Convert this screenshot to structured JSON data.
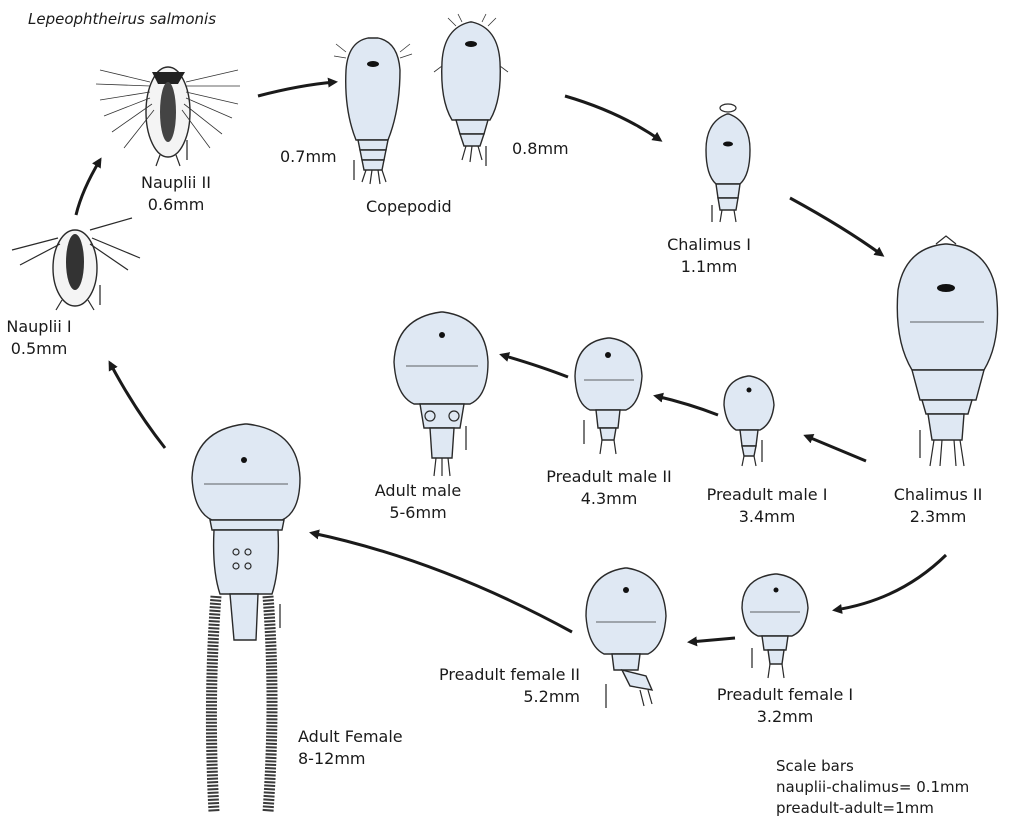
{
  "title": "Lepeophtheirus salmonis",
  "stages": {
    "nauplii_1": {
      "name": "Nauplii I",
      "size": "0.5mm"
    },
    "nauplii_2": {
      "name": "Nauplii II",
      "size": "0.6mm"
    },
    "copepodid": {
      "name": "Copepodid",
      "size_a": "0.7mm",
      "size_b": "0.8mm"
    },
    "chalimus_1": {
      "name": "Chalimus I",
      "size": "1.1mm"
    },
    "chalimus_2": {
      "name": "Chalimus II",
      "size": "2.3mm"
    },
    "preadult_male_1": {
      "name": "Preadult male I",
      "size": "3.4mm"
    },
    "preadult_male_2": {
      "name": "Preadult male II",
      "size": "4.3mm"
    },
    "adult_male": {
      "name": "Adult male",
      "size": "5-6mm"
    },
    "preadult_female_1": {
      "name": "Preadult female I",
      "size": "3.2mm"
    },
    "preadult_female_2": {
      "name": "Preadult female II",
      "size": "5.2mm"
    },
    "adult_female": {
      "name": "Adult Female",
      "size": "8-12mm"
    }
  },
  "scale_note": {
    "heading": "Scale bars",
    "line1": "nauplii-chalimus= 0.1mm",
    "line2": "preadult-adult=1mm"
  }
}
